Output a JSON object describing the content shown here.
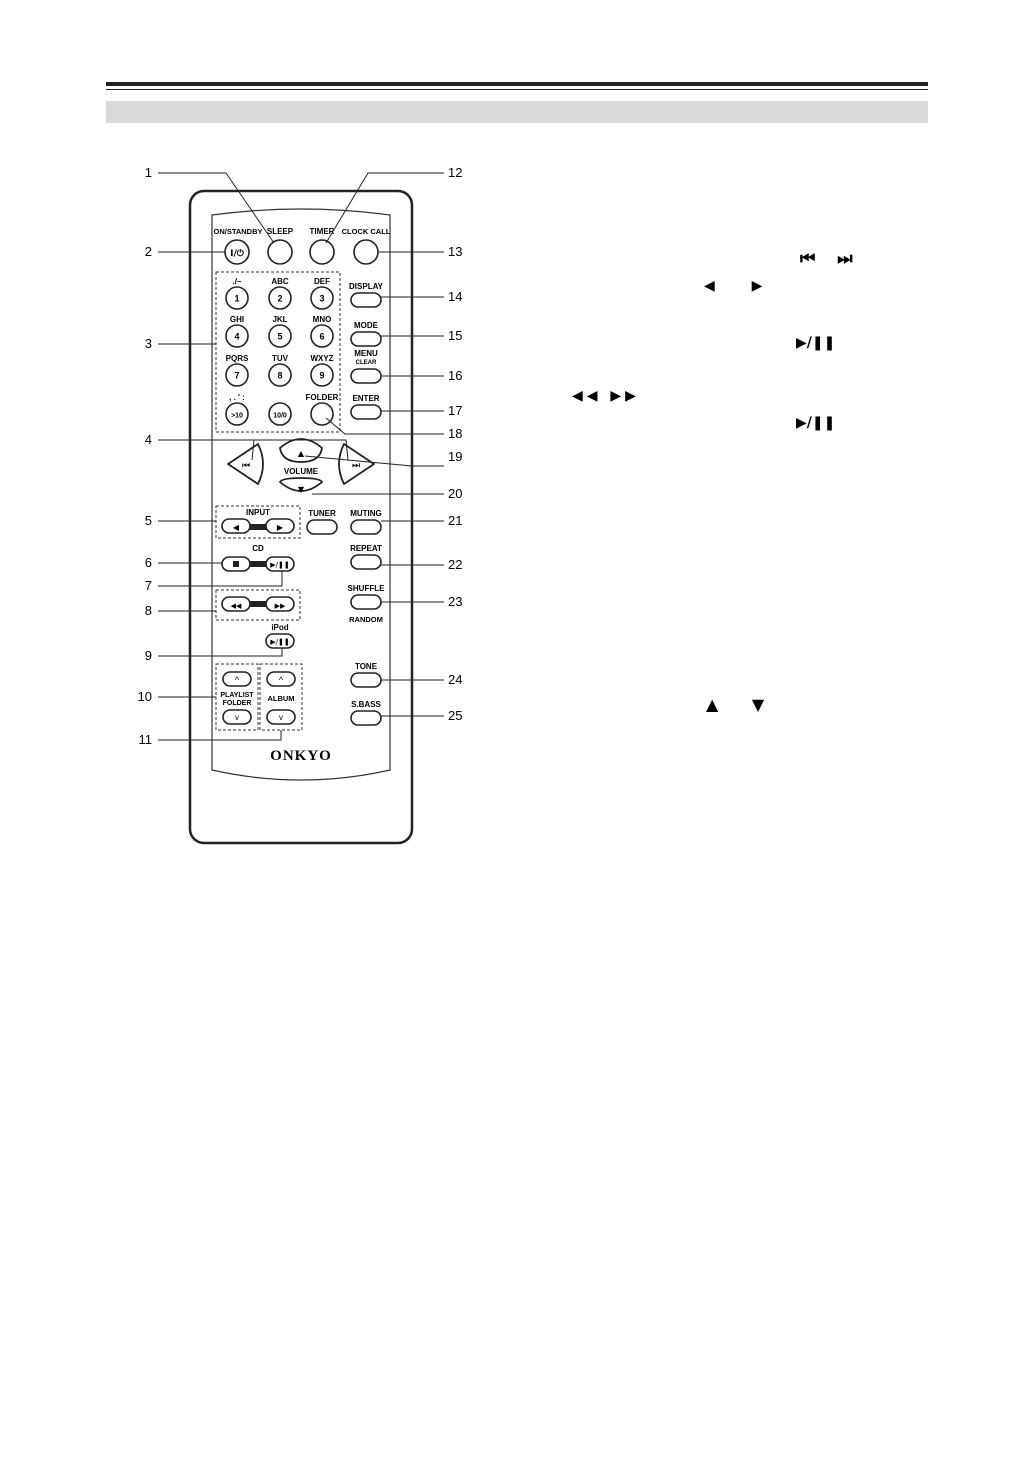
{
  "remote": {
    "brand": "ONKYO",
    "buttons": {
      "on_standby": {
        "label": "ON/STANDBY",
        "symbol": "I/⏻"
      },
      "sleep": "SLEEP",
      "timer": "TIMER",
      "clock_call": "CLOCK CALL",
      "display": "DISPLAY",
      "mode": "MODE",
      "menu": "MENU",
      "clear": "CLEAR",
      "enter": "ENTER",
      "folder": "FOLDER",
      "volume": "VOLUME",
      "input": "INPUT",
      "tuner": "TUNER",
      "muting": "MUTING",
      "cd": "CD",
      "repeat": "REPEAT",
      "shuffle": "SHUFFLE",
      "random": "RANDOM",
      "ipod": "iPod",
      "playlist": "PLAYLIST",
      "playlist_folder": "FOLDER",
      "album": "ALBUM",
      "tone": "TONE",
      "sbass": "S.BASS"
    },
    "keypad": [
      {
        "letters": "./–",
        "digit": "1"
      },
      {
        "letters": "ABC",
        "digit": "2"
      },
      {
        "letters": "DEF",
        "digit": "3"
      },
      {
        "letters": "GHI",
        "digit": "4"
      },
      {
        "letters": "JKL",
        "digit": "5"
      },
      {
        "letters": "MNO",
        "digit": "6"
      },
      {
        "letters": "PQRS",
        "digit": "7"
      },
      {
        "letters": "TUV",
        "digit": "8"
      },
      {
        "letters": "WXYZ",
        "digit": "9"
      },
      {
        "letters": ", . ' :",
        "digit": ">10"
      },
      {
        "letters": "",
        "digit": "10/0"
      }
    ]
  },
  "callouts": [
    "1",
    "2",
    "3",
    "4",
    "5",
    "6",
    "7",
    "8",
    "9",
    "10",
    "11",
    "12",
    "13",
    "14",
    "15",
    "16",
    "17",
    "18",
    "19",
    "20",
    "21",
    "22",
    "23",
    "24",
    "25"
  ],
  "text_symbols": {
    "skip": "⏮ ⏭",
    "input_arrows": "◀ ▶",
    "play_pause_1": "▶/❚❚",
    "rew_ff": "◀◀ ▶▶",
    "play_pause_2": "▶/❚❚",
    "up_down": "▲ ▼"
  }
}
